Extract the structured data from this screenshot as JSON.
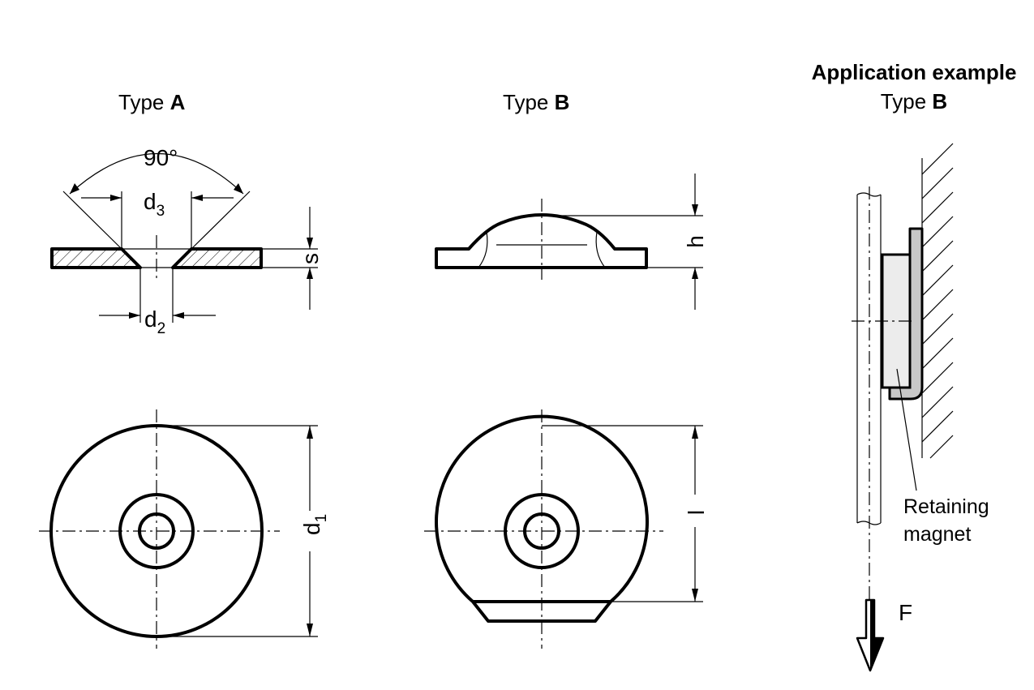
{
  "type_a": {
    "title_prefix": "Type",
    "title_letter": "A",
    "angle": "90°",
    "d3": "d",
    "d3_sub": "3",
    "d2": "d",
    "d2_sub": "2",
    "s": "s",
    "d1": "d",
    "d1_sub": "1"
  },
  "type_b": {
    "title_prefix": "Type",
    "title_letter": "B",
    "h": "h",
    "l": "l"
  },
  "application": {
    "heading": "Application example",
    "title_prefix": "Type",
    "title_letter": "B",
    "callout_line1": "Retaining",
    "callout_line2": "magnet",
    "force": "F"
  },
  "colors": {
    "line": "#000000",
    "hatch": "#000000",
    "section_fill": "#ffffff",
    "magnet_fill": "#ececec",
    "bracket_fill": "#c8c8c8"
  }
}
